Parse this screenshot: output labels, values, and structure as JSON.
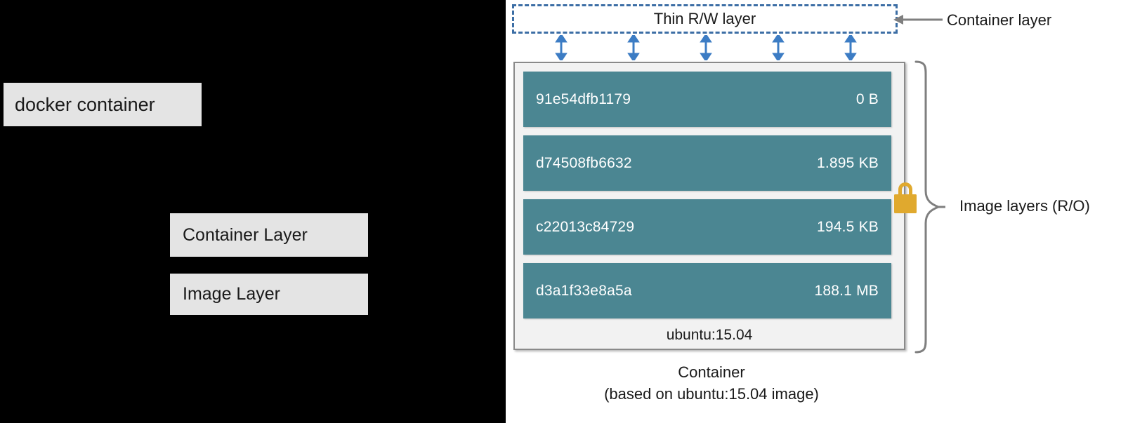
{
  "left_panel": {
    "boxes": [
      {
        "label": "docker container",
        "name": "docker-container-label-box"
      },
      {
        "label": "Container Layer",
        "name": "container-layer-label-box"
      },
      {
        "label": "Image Layer",
        "name": "image-layer-label-box"
      }
    ]
  },
  "diagram": {
    "rw_layer": {
      "label": "Thin R/W layer"
    },
    "arrow_count": 5,
    "layers": [
      {
        "id": "91e54dfb1179",
        "size": "0 B"
      },
      {
        "id": "d74508fb6632",
        "size": "1.895 KB"
      },
      {
        "id": "c22013c84729",
        "size": "194.5 KB"
      },
      {
        "id": "d3a1f33e8a5a",
        "size": "188.1 MB"
      }
    ],
    "image_tag": "ubuntu:15.04",
    "annotations": {
      "container_layer": "Container layer",
      "image_layers": "Image layers (R/O)"
    },
    "caption": {
      "line1": "Container",
      "line2": "(based on ubuntu:15.04 image)"
    },
    "icons": {
      "lock": "lock-icon"
    }
  },
  "colors": {
    "panel_background": "#000000",
    "label_box": "#e4e4e4",
    "layer_teal": "#4b8692",
    "arrow_blue": "#3c7cc4",
    "dashed_border": "#3c6ea5",
    "lock_gold": "#e0a92e",
    "brace_gray": "#7f7f7f",
    "container_fill": "#f2f2f2"
  }
}
